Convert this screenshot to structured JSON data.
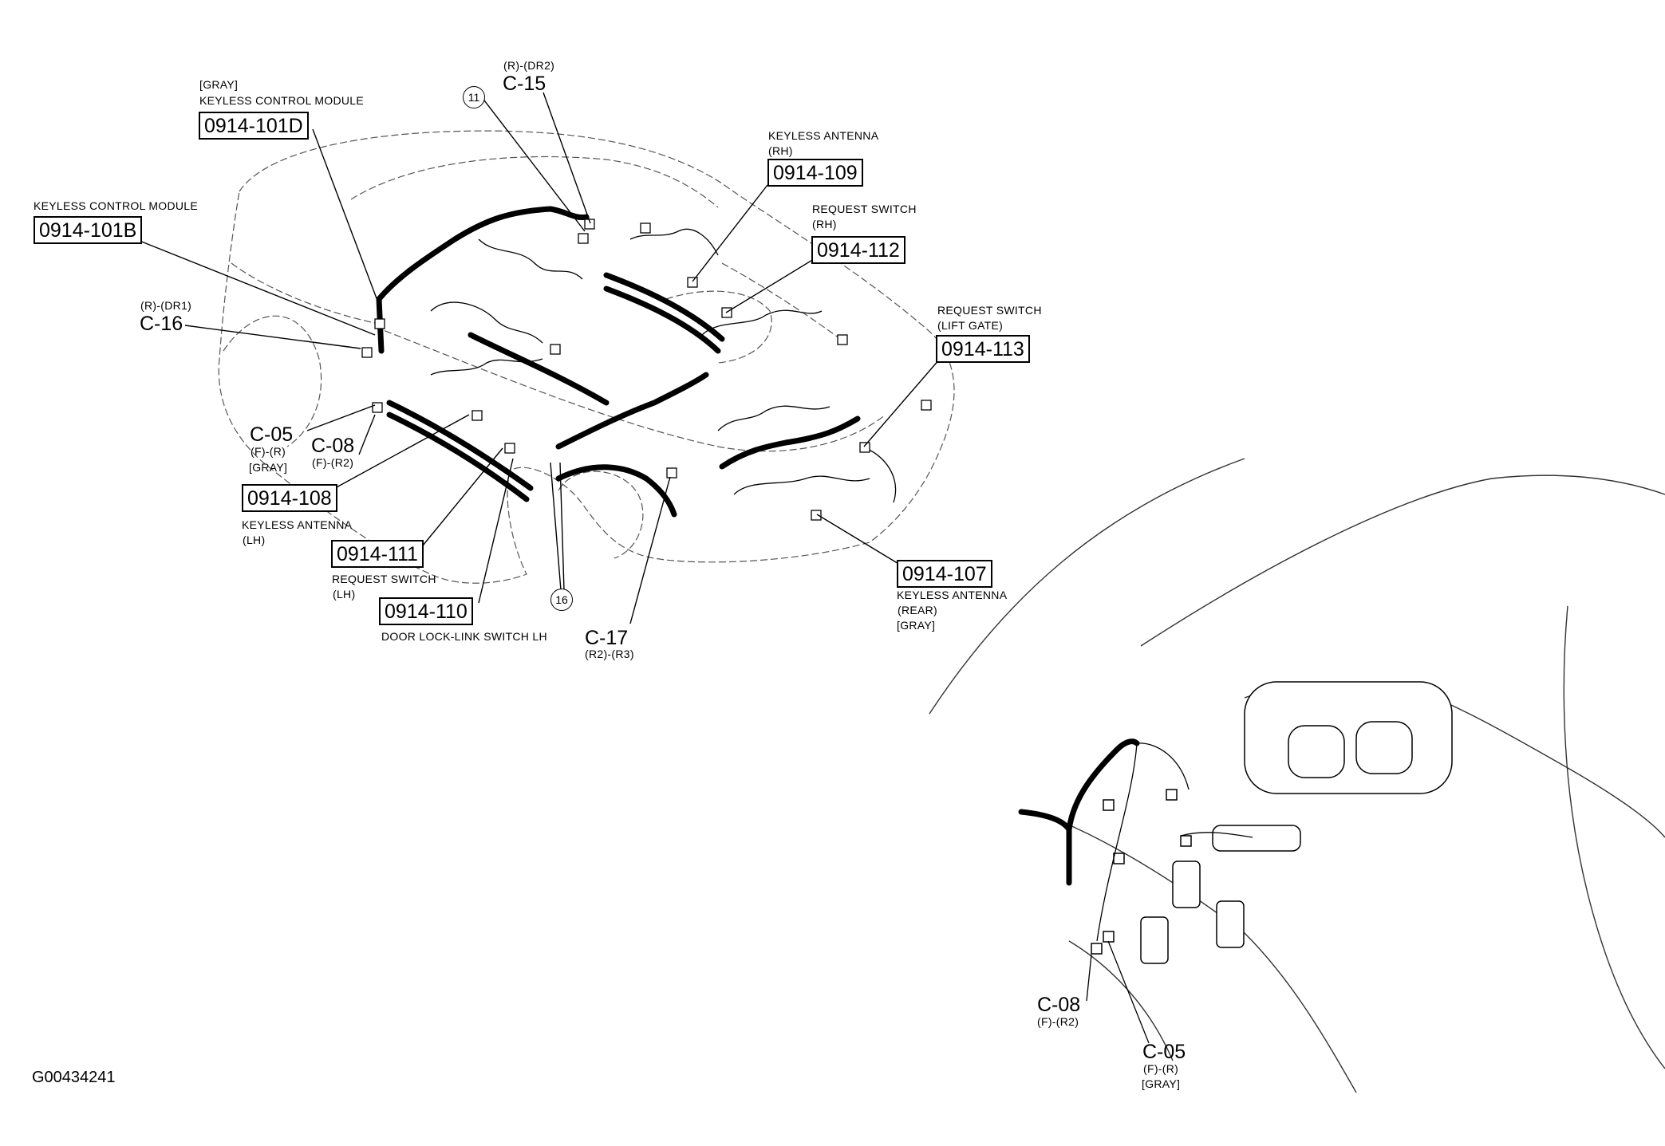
{
  "main_diagram": {
    "callouts": {
      "c101d": {
        "note": "[GRAY]",
        "name": "KEYLESS CONTROL MODULE",
        "code": "0914-101D"
      },
      "c101b": {
        "name": "KEYLESS CONTROL MODULE",
        "code": "0914-101B"
      },
      "c16": {
        "note": "(R)-(DR1)",
        "conn": "C-16"
      },
      "c05": {
        "conn": "C-05",
        "note1": "(F)-(R)",
        "note2": "[GRAY]"
      },
      "c08": {
        "conn": "C-08",
        "note1": "(F)-(R2)"
      },
      "c108": {
        "code": "0914-108",
        "name": "KEYLESS ANTENNA",
        "side": "(LH)"
      },
      "c111": {
        "code": "0914-111",
        "name": "REQUEST SWITCH",
        "side": "(LH)"
      },
      "c110": {
        "code": "0914-110",
        "name": "DOOR LOCK-LINK SWITCH LH"
      },
      "c15": {
        "note": "(R)-(DR2)",
        "conn": "C-15"
      },
      "n11": {
        "num": "11"
      },
      "n16": {
        "num": "16"
      },
      "c109": {
        "name": "KEYLESS ANTENNA",
        "side": "(RH)",
        "code": "0914-109"
      },
      "c112": {
        "name": "REQUEST SWITCH",
        "side": "(RH)",
        "code": "0914-112"
      },
      "c113": {
        "name": "REQUEST SWITCH",
        "side": "(LIFT GATE)",
        "code": "0914-113"
      },
      "c107": {
        "code": "0914-107",
        "name": "KEYLESS ANTENNA",
        "side": "(REAR)",
        "note": "[GRAY]"
      },
      "c17": {
        "conn": "C-17",
        "note": "(R2)-(R3)"
      }
    }
  },
  "detail_view": {
    "c08": {
      "conn": "C-08",
      "note1": "(F)-(R2)"
    },
    "c05": {
      "conn": "C-05",
      "note1": "(F)-(R)",
      "note2": "[GRAY]"
    }
  },
  "figure_id": "G00434241"
}
